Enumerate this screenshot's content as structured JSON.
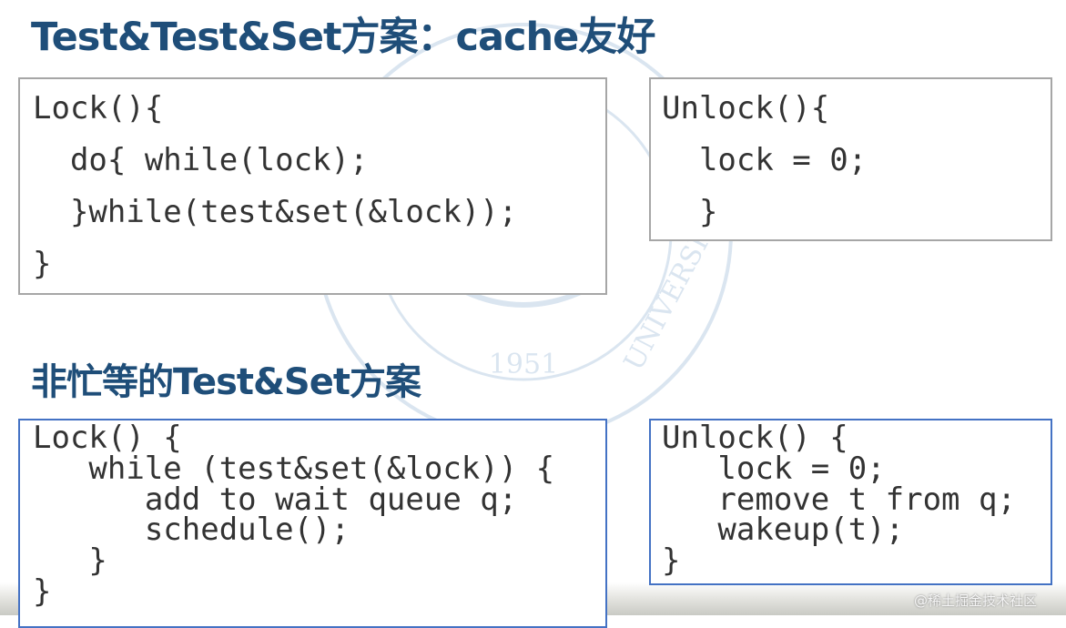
{
  "slide": {
    "title_1": "Test&Test&Set方案：cache友好",
    "title_2": "非忙等的Test&Set方案"
  },
  "box_top_left": {
    "lines": [
      "Lock(){",
      "  do{ while(lock);",
      "  }while(test&set(&lock));",
      "}"
    ]
  },
  "box_top_right": {
    "lines": [
      "Unlock(){",
      "  lock = 0;",
      "  }"
    ]
  },
  "box_bottom_left": {
    "lines": [
      "Lock() {",
      "   while (test&set(&lock)) {",
      "      add to wait queue q;",
      "      schedule();",
      "   }",
      "}"
    ]
  },
  "box_bottom_right": {
    "lines": [
      "Unlock() {",
      "   lock = 0;",
      "   remove t from q;",
      "   wakeup(t);",
      "}"
    ]
  },
  "watermark": {
    "year": "1951",
    "text_right": "UNIVERSITY",
    "icon": "university-seal-icon"
  },
  "site_mark": "@稀土掘金技术社区",
  "colors": {
    "title": "#1f4e79",
    "code_text": "#333333",
    "gray_border": "#a6a6a6",
    "blue_border": "#4472c4",
    "watermark": "#bcd0e4"
  }
}
